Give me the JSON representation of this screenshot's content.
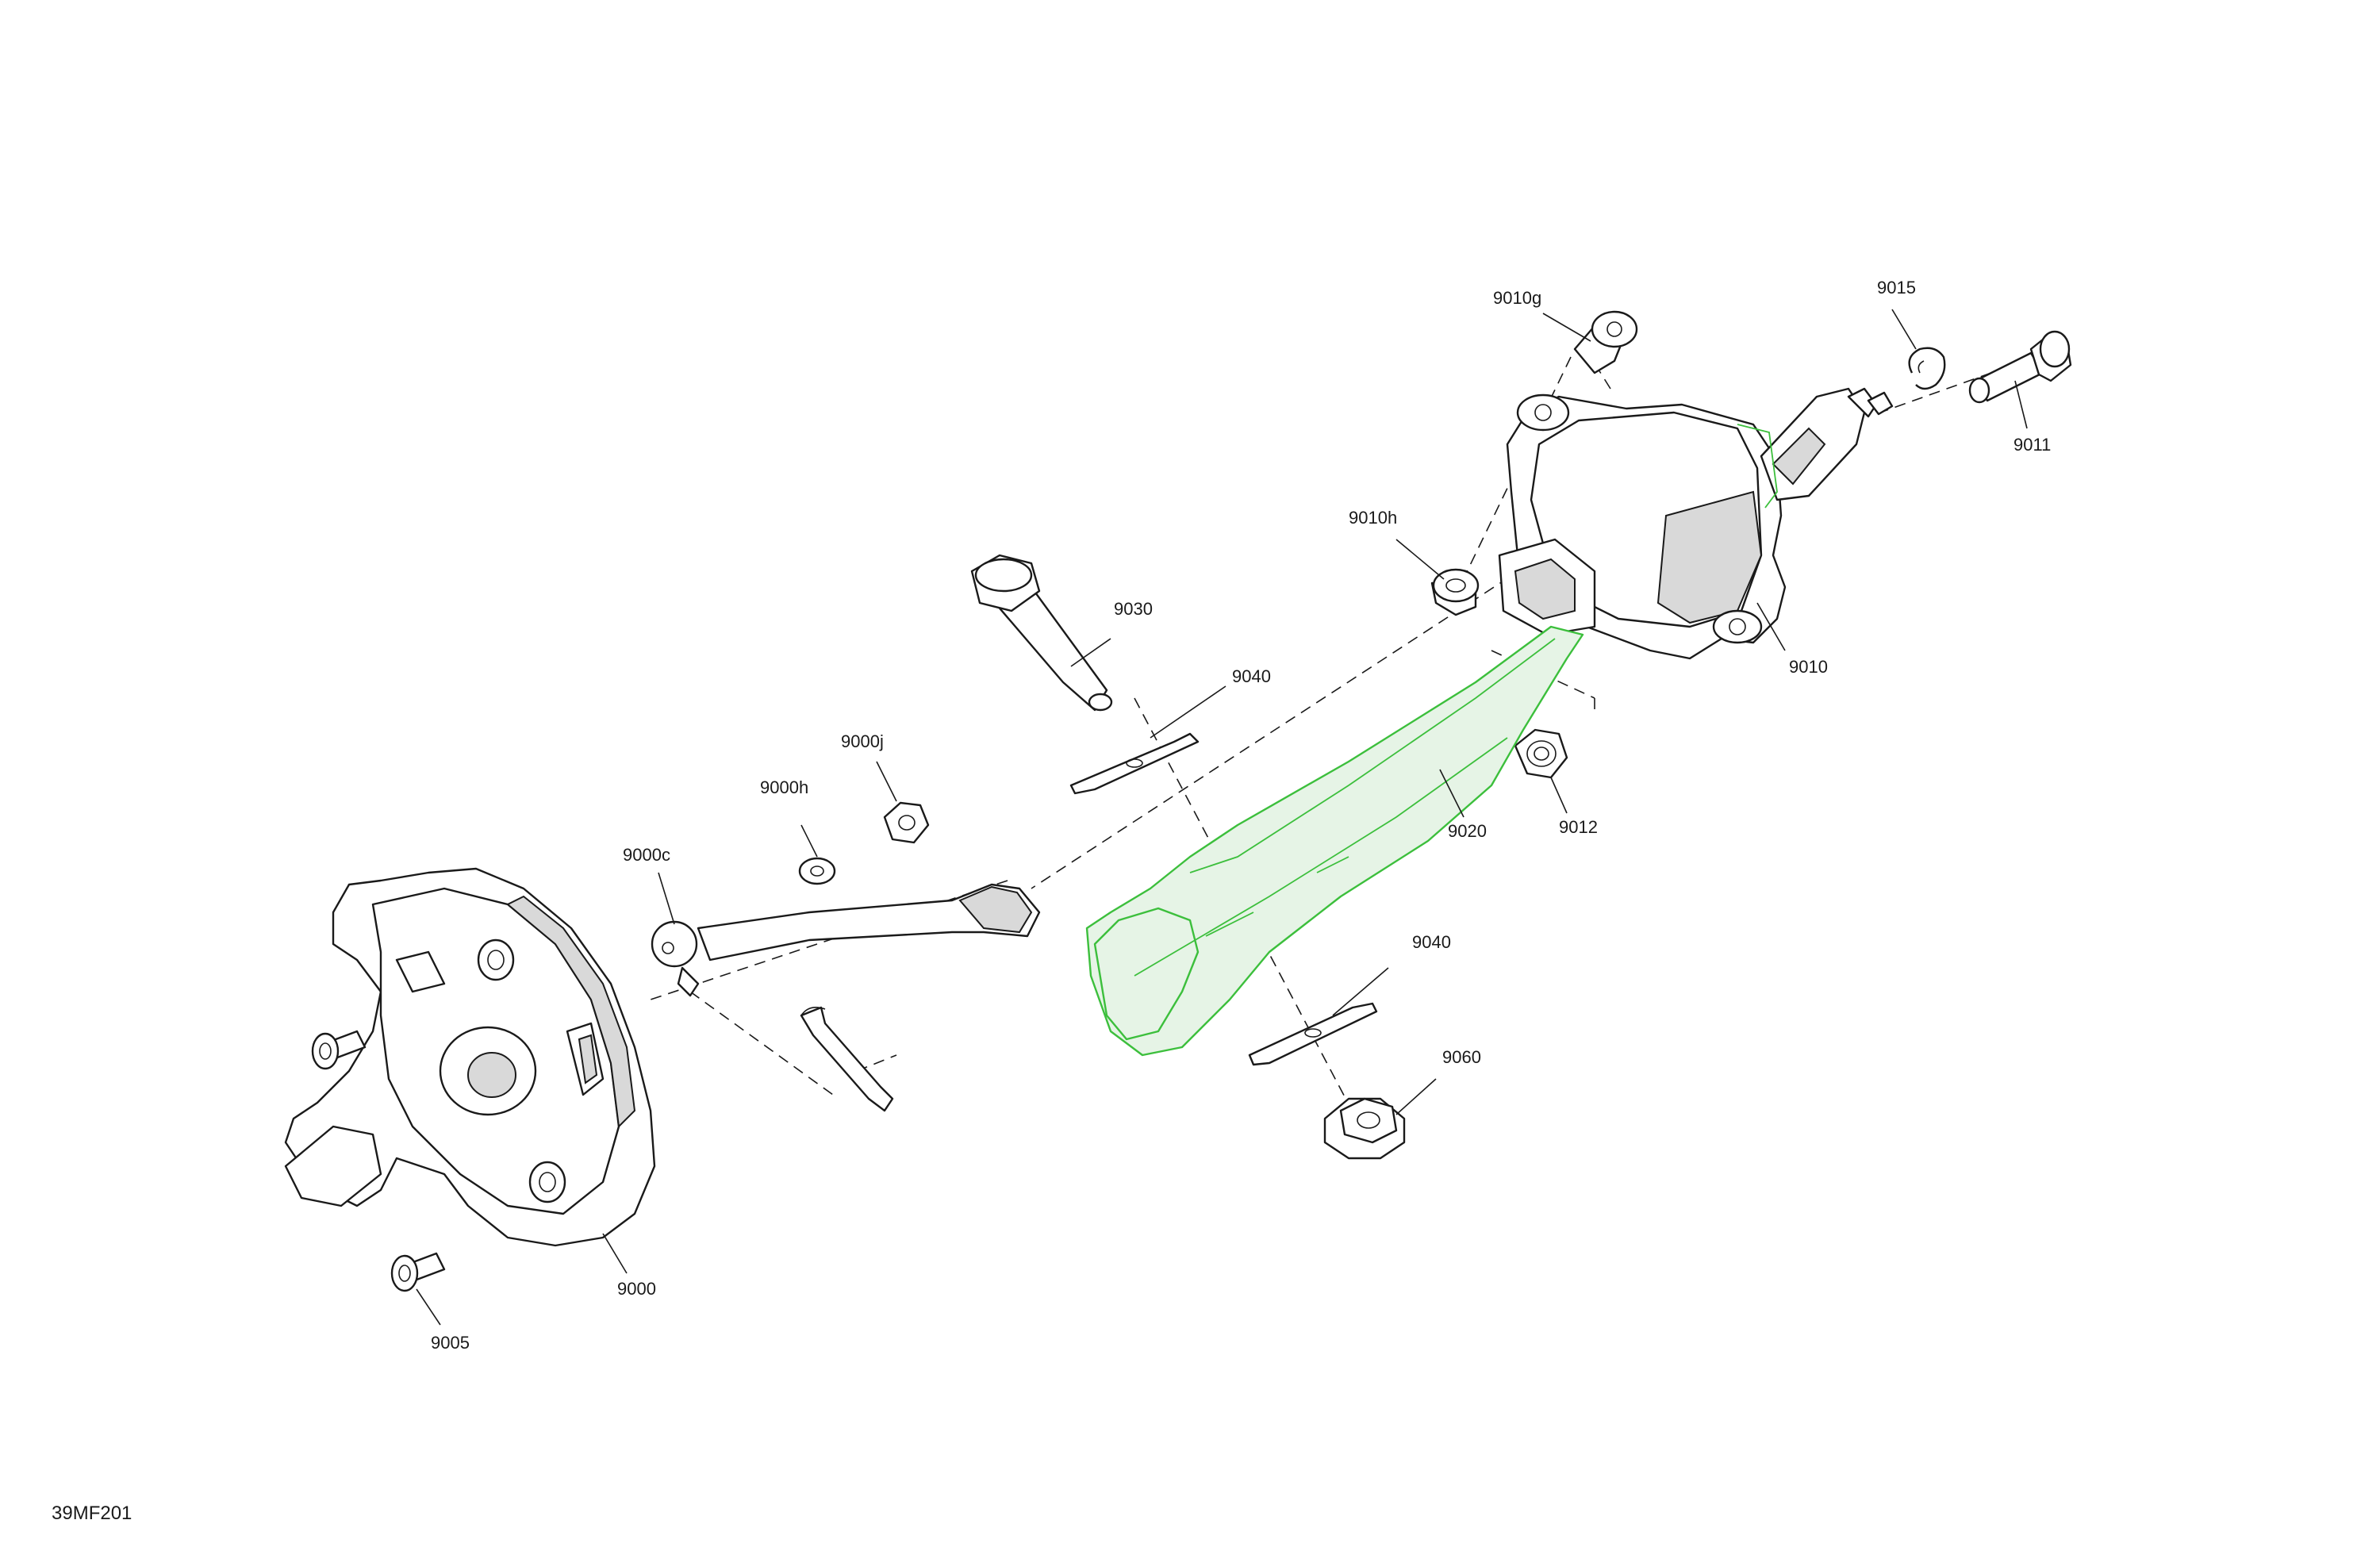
{
  "figure_id": "39MF201",
  "highlight_color": "#3cbf3c",
  "line_color": "#1a1a1a",
  "callouts": {
    "c9010g": "9010g",
    "c9015": "9015",
    "c9011": "9011",
    "c9010h": "9010h",
    "c9010": "9010",
    "c9030": "9030",
    "c9040_top": "9040",
    "c9000j": "9000j",
    "c9000h": "9000h",
    "c9000c": "9000c",
    "c9020": "9020",
    "c9012": "9012",
    "c9040_bottom": "9040",
    "c9060": "9060",
    "c9000": "9000",
    "c9005": "9005"
  }
}
